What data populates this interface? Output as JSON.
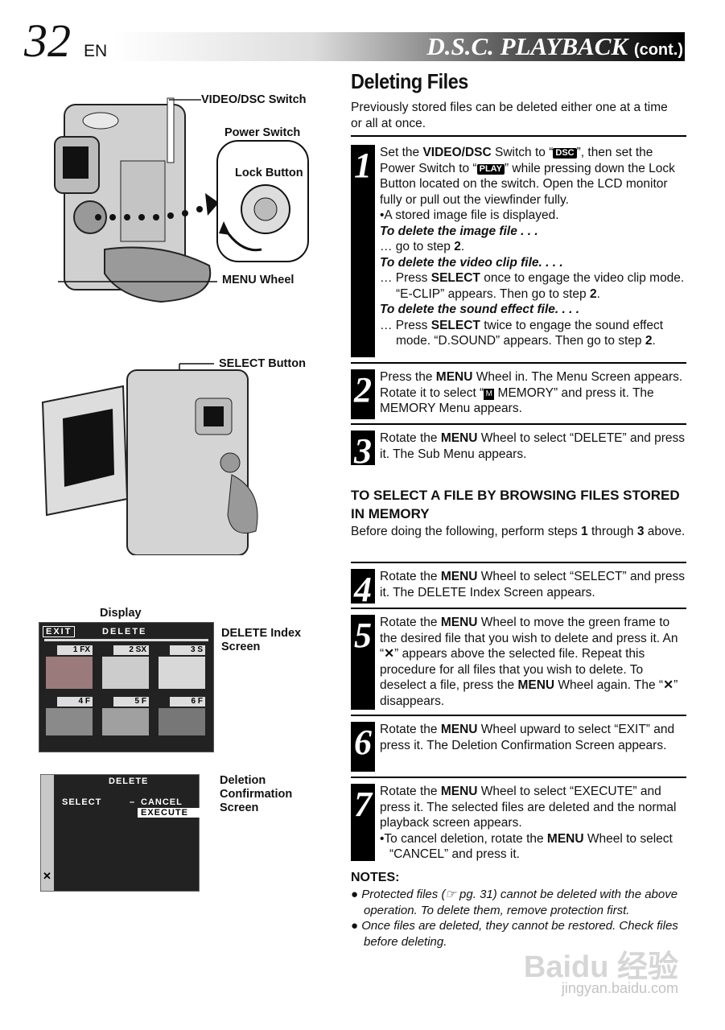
{
  "header": {
    "page_number": "32",
    "page_suffix": "EN",
    "title": "D.S.C. PLAYBACK",
    "title_cont": "(cont.)"
  },
  "left": {
    "label_video_dsc": "VIDEO/DSC Switch",
    "label_power": "Power Switch",
    "label_lock": "Lock Button",
    "label_menu_wheel": "MENU Wheel",
    "label_select": "SELECT Button",
    "label_display": "Display",
    "label_delete_index_1": "DELETE Index",
    "label_delete_index_2": "Screen",
    "label_confirm_1": "Deletion",
    "label_confirm_2": "Confirmation",
    "label_confirm_3": "Screen",
    "index_screen": {
      "exit": "EXIT",
      "title": "DELETE",
      "cells": [
        {
          "num": "1",
          "tag": "FX"
        },
        {
          "num": "2",
          "tag": "SX"
        },
        {
          "num": "3",
          "tag": "S"
        },
        {
          "num": "4",
          "tag": "F"
        },
        {
          "num": "5",
          "tag": "F"
        },
        {
          "num": "6",
          "tag": "F"
        }
      ]
    },
    "confirm_screen": {
      "title": "DELETE",
      "select": "SELECT",
      "dash": "–",
      "cancel": "CANCEL",
      "execute": "EXECUTE",
      "x_mark": "✕"
    }
  },
  "main": {
    "section_title": "Deleting Files",
    "intro": "Previously stored files can be deleted either one at a time or all at once.",
    "step1": {
      "num": "1",
      "a1": "Set the ",
      "a_b": "VIDEO/DSC",
      "a2": " Switch to “",
      "dsc": "DSC",
      "a3": "”, then set the Power Switch to “",
      "play": "PLAY",
      "a4": "” while pressing down the Lock Button located on the switch. Open the LCD monitor fully or pull out the viewfinder fully.",
      "bullet": "•A stored image file is displayed.",
      "h1": "To delete the image file . . .",
      "l1a": "… go to step ",
      "l1b": "2",
      "l1c": ".",
      "h2": "To delete the video clip file. . . .",
      "l2a": "… Press ",
      "l2b": "SELECT",
      "l2c": " once to engage the video clip mode. “E-CLIP” appears. Then go to step ",
      "l2d": "2",
      "l2e": ".",
      "h3": "To delete the sound effect file. . . .",
      "l3a": "… Press ",
      "l3b": "SELECT",
      "l3c": " twice to engage the sound effect mode. “D.SOUND” appears. Then go to step ",
      "l3d": "2",
      "l3e": "."
    },
    "step2": {
      "num": "2",
      "a": "Press the ",
      "b": "MENU",
      "c": " Wheel in. The Menu Screen appears. Rotate it to select “",
      "m": "M",
      "d": " MEMORY” and press it. The MEMORY Menu appears."
    },
    "step3": {
      "num": "3",
      "a": "Rotate the ",
      "b": "MENU",
      "c": " Wheel to select “DELETE” and press it. The Sub Menu appears."
    },
    "sub_title": "TO SELECT A FILE BY BROWSING FILES STORED IN MEMORY",
    "sub_intro_a": "Before doing the following, perform steps ",
    "sub_intro_b": "1",
    "sub_intro_c": " through ",
    "sub_intro_d": "3",
    "sub_intro_e": " above.",
    "step4": {
      "num": "4",
      "a": "Rotate the ",
      "b": "MENU",
      "c": " Wheel to select “SELECT” and press it. The DELETE Index Screen appears."
    },
    "step5": {
      "num": "5",
      "a": "Rotate the ",
      "b": "MENU",
      "c": " Wheel to move the green frame to the desired file that you wish to delete and press it. An “",
      "x1": "✕",
      "d": "” appears above the selected file. Repeat this procedure for all files that you wish to delete. To deselect a file, press the ",
      "e": "MENU",
      "f": " Wheel again. The “",
      "x2": "✕",
      "g": "” disappears."
    },
    "step6": {
      "num": "6",
      "a": "Rotate the ",
      "b": "MENU",
      "c": " Wheel upward to select “EXIT” and press it. The Deletion Confirmation Screen appears."
    },
    "step7": {
      "num": "7",
      "a": "Rotate the ",
      "b": "MENU",
      "c": " Wheel to select “EXECUTE” and press it. The selected files are deleted and the normal playback screen appears.",
      "bullet_a": "•To cancel deletion, rotate the ",
      "bullet_b": "MENU",
      "bullet_c": " Wheel to select “CANCEL” and press it."
    },
    "notes_title": "NOTES:",
    "note1": "● Protected files (☞ pg. 31) cannot be deleted with the above operation. To delete them, remove protection first.",
    "note2": "● Once files are deleted, they cannot be restored. Check files before deleting."
  },
  "watermark": {
    "logo": "Baidu 经验",
    "url": "jingyan.baidu.com"
  }
}
